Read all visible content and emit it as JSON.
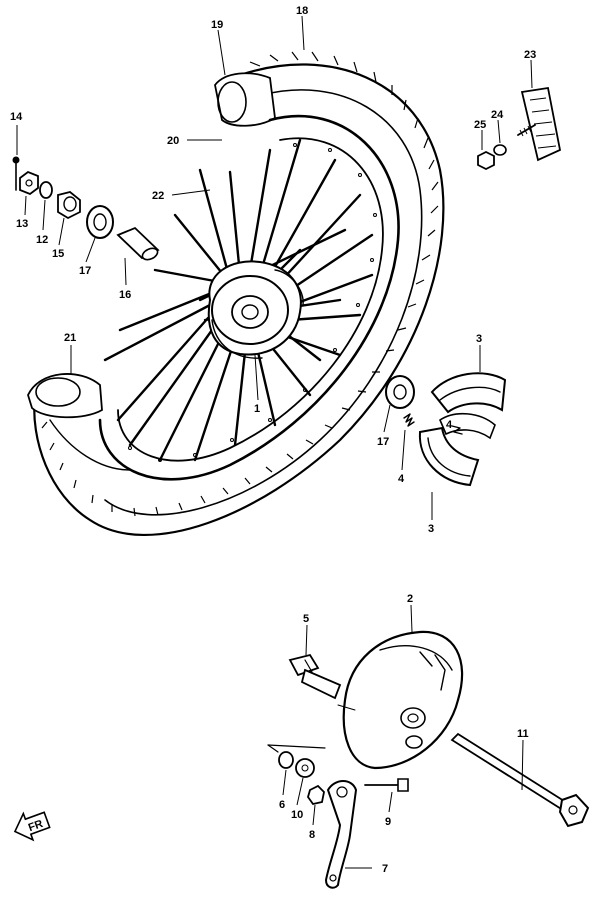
{
  "diagram": {
    "labels": {
      "p1": "1",
      "p2": "2",
      "p3a": "3",
      "p3b": "3",
      "p4a": "4",
      "p4b": "4",
      "p5": "5",
      "p6": "6",
      "p7": "7",
      "p8": "8",
      "p9": "9",
      "p10": "10",
      "p11": "11",
      "p12": "12",
      "p13": "13",
      "p14": "14",
      "p15": "15",
      "p16": "16",
      "p17a": "17",
      "p17b": "17",
      "p18": "18",
      "p19": "19",
      "p20": "20",
      "p21": "21",
      "p22": "22",
      "p23": "23",
      "p24": "24",
      "p25": "25"
    },
    "front_marker": "FR"
  }
}
